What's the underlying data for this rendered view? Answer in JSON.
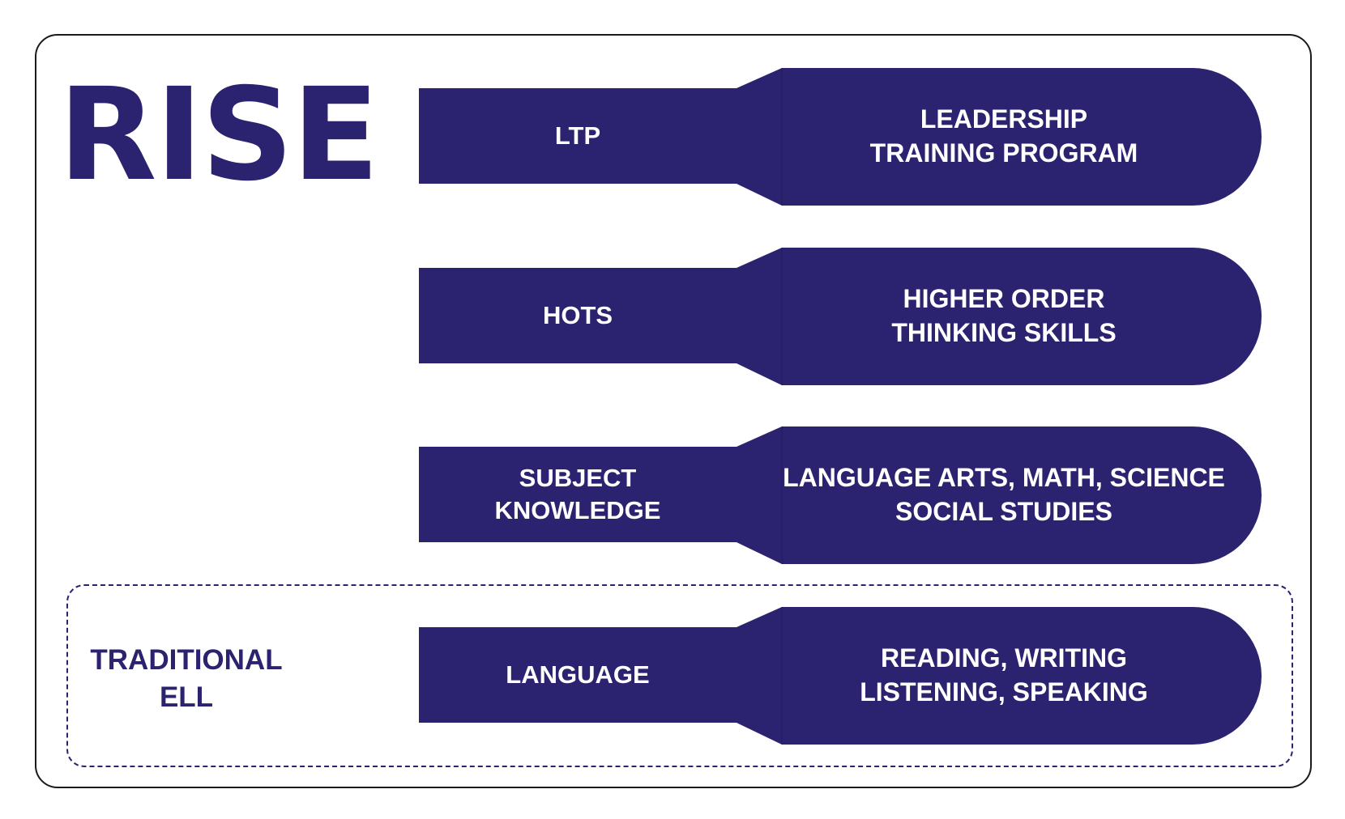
{
  "title": "RISE",
  "colors": {
    "shape_fill": "#2b2270",
    "text_on_shape": "#ffffff",
    "frame": "#1a1a1a"
  },
  "group": {
    "label": "TRADITIONAL\nELL"
  },
  "rows": [
    {
      "short": "LTP",
      "long": "LEADERSHIP\nTRAINING PROGRAM"
    },
    {
      "short": "HOTS",
      "long": "HIGHER ORDER\nTHINKING SKILLS"
    },
    {
      "short": "SUBJECT\nKNOWLEDGE",
      "long": "LANGUAGE ARTS, MATH, SCIENCE\nSOCIAL STUDIES"
    },
    {
      "short": "LANGUAGE",
      "long": "READING, WRITING\nLISTENING, SPEAKING"
    }
  ]
}
